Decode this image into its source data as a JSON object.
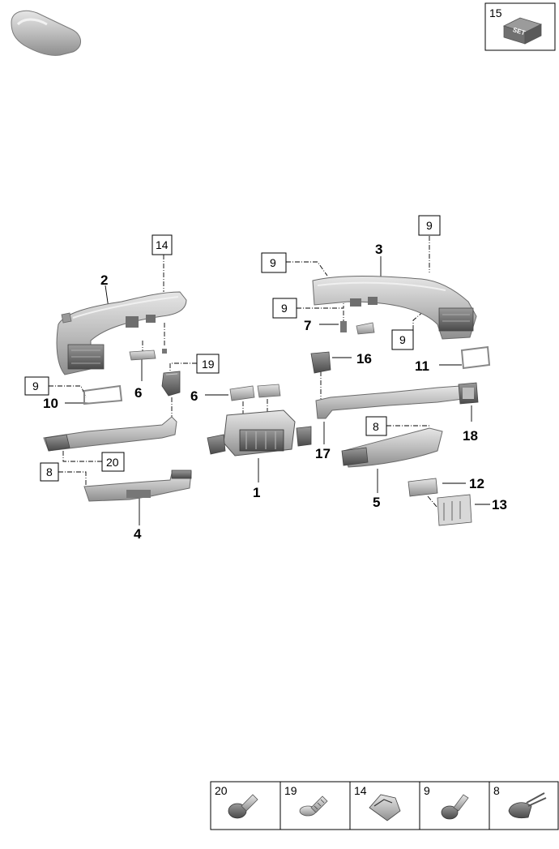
{
  "diagram": {
    "set_box": {
      "number": "15",
      "badge": "SET"
    },
    "callouts": [
      "1",
      "2",
      "3",
      "4",
      "5",
      "6",
      "6",
      "7",
      "10",
      "11",
      "12",
      "13",
      "16",
      "17",
      "18"
    ],
    "boxed_callouts": [
      "14",
      "9",
      "9",
      "9",
      "9",
      "9",
      "19",
      "8",
      "8",
      "20"
    ],
    "legend": [
      {
        "number": "20",
        "icon": "push-rivet-icon"
      },
      {
        "number": "19",
        "icon": "screw-icon"
      },
      {
        "number": "14",
        "icon": "spring-clip-icon"
      },
      {
        "number": "9",
        "icon": "expanding-rivet-icon"
      },
      {
        "number": "8",
        "icon": "expanding-nut-icon"
      }
    ]
  }
}
